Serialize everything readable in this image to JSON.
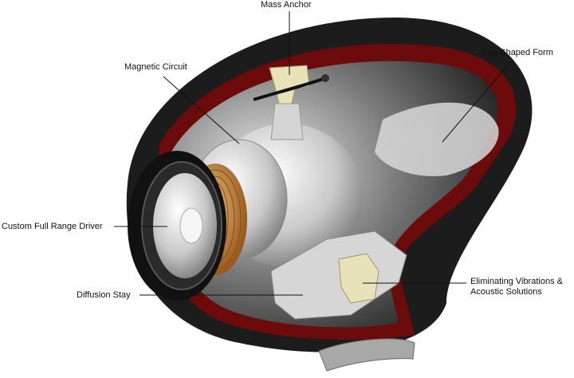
{
  "labels": {
    "mass_anchor": "Mass Anchor",
    "magnetic_circuit": "Magnetic Circuit",
    "egg_shaped_form": "Egg-Shaped Form",
    "custom_driver": "Custom Full Range Driver",
    "diffusion_stay": "Diffusion Stay",
    "eliminating_line1": "Eliminating Vibrations &",
    "eliminating_line2": "Acoustic Solutions"
  },
  "colors": {
    "shell_outer": "#1c1c1c",
    "shell_cut": "#6b0b0b",
    "metal": "#c8c8c8",
    "copper": "#c98a3c",
    "anchor": "#e8e2b8"
  }
}
